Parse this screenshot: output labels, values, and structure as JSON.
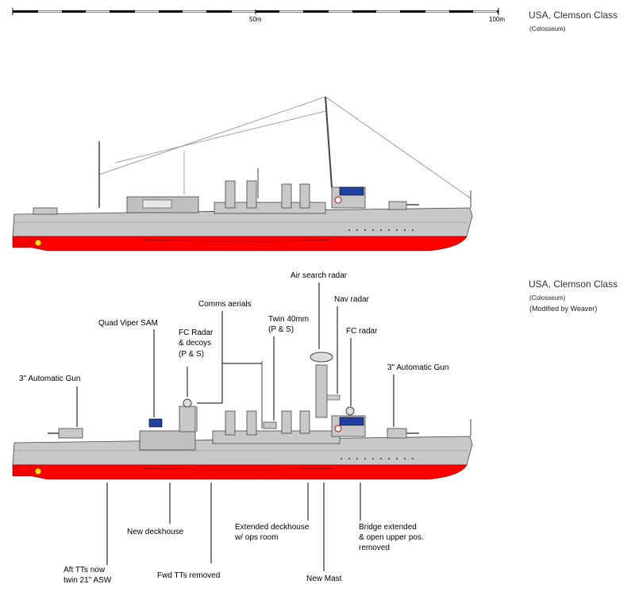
{
  "scale": {
    "mid_label": "50m",
    "end_label": "100m"
  },
  "top_caption": {
    "title": "USA, Clemson Class",
    "subtitle": "(Colosseum)"
  },
  "bottom_caption": {
    "title": "USA, Clemson Class",
    "subtitle": "(Colosseum)",
    "modifier": "(Modified by Weaver)"
  },
  "labels": {
    "air_search_radar": "Air search radar",
    "nav_radar": "Nav radar",
    "comms_aerials": "Comms aerials",
    "quad_viper": "Quad Viper SAM",
    "fc_radar_decoys_1": "FC Radar",
    "fc_radar_decoys_2": "& decoys",
    "fc_radar_decoys_3": "(P & S)",
    "twin40_1": "Twin 40mm",
    "twin40_2": "(P & S)",
    "fc_radar": "FC radar",
    "gun_aft": "3\" Automatic Gun",
    "gun_fwd": "3\" Automatic Gun",
    "new_deckhouse": "New deckhouse",
    "ext_deckhouse_1": "Extended deckhouse",
    "ext_deckhouse_2": "w/ ops room",
    "bridge_ext_1": "Bridge extended",
    "bridge_ext_2": "& open upper pos.",
    "bridge_ext_3": "removed",
    "aft_tts_1": "Aft TTs now",
    "aft_tts_2": "twin 21\" ASW",
    "fwd_tts": "Fwd TTs removed",
    "new_mast": "New Mast"
  },
  "colors": {
    "hull_grey": "#c8c8c8",
    "waterline_red": "#ff0000",
    "deck_grey": "#b8b8b8",
    "navy_blue": "#2040a0"
  }
}
